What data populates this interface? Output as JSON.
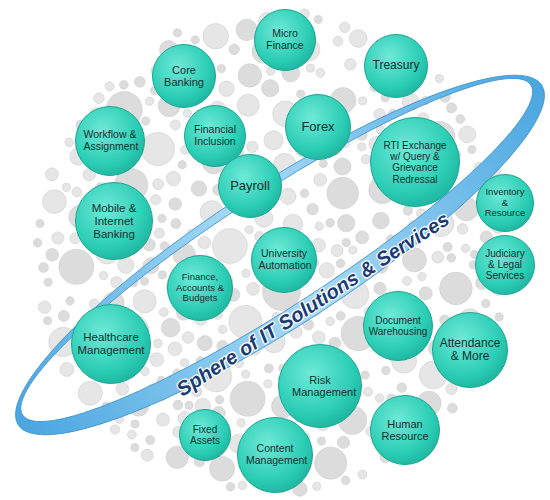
{
  "diagram": {
    "title": "Sphere of IT Solutions & Services",
    "nodes": [
      {
        "text": [
          "Micro Finance"
        ]
      },
      {
        "text": [
          "Core Banking"
        ]
      },
      {
        "text": [
          "Treasury"
        ]
      },
      {
        "text": [
          "Workflow & Assignment"
        ]
      },
      {
        "text": [
          "Financial Inclusion"
        ]
      },
      {
        "text": [
          "Forex"
        ]
      },
      {
        "text": [
          "RTI Exchange w/ Query & Grievance Redressal"
        ]
      },
      {
        "text": [
          "Payroll"
        ]
      },
      {
        "text": [
          "Mobile & Internet Banking"
        ]
      },
      {
        "text": [
          "Inventory & Resource"
        ]
      },
      {
        "text": [
          "Judiciary & Legal Services"
        ]
      },
      {
        "text": [
          "University Automation"
        ]
      },
      {
        "text": [
          "Finance, Accounts & Budgets"
        ]
      },
      {
        "text": [
          "Healthcare Management"
        ]
      },
      {
        "text": [
          "Document Warehousing"
        ]
      },
      {
        "text": [
          "Attendance & More"
        ]
      },
      {
        "text": [
          "Risk Management"
        ]
      },
      {
        "text": [
          "Human Resource"
        ]
      },
      {
        "text": [
          "Fixed Assets"
        ]
      },
      {
        "text": [
          "Content Management"
        ]
      }
    ]
  }
}
